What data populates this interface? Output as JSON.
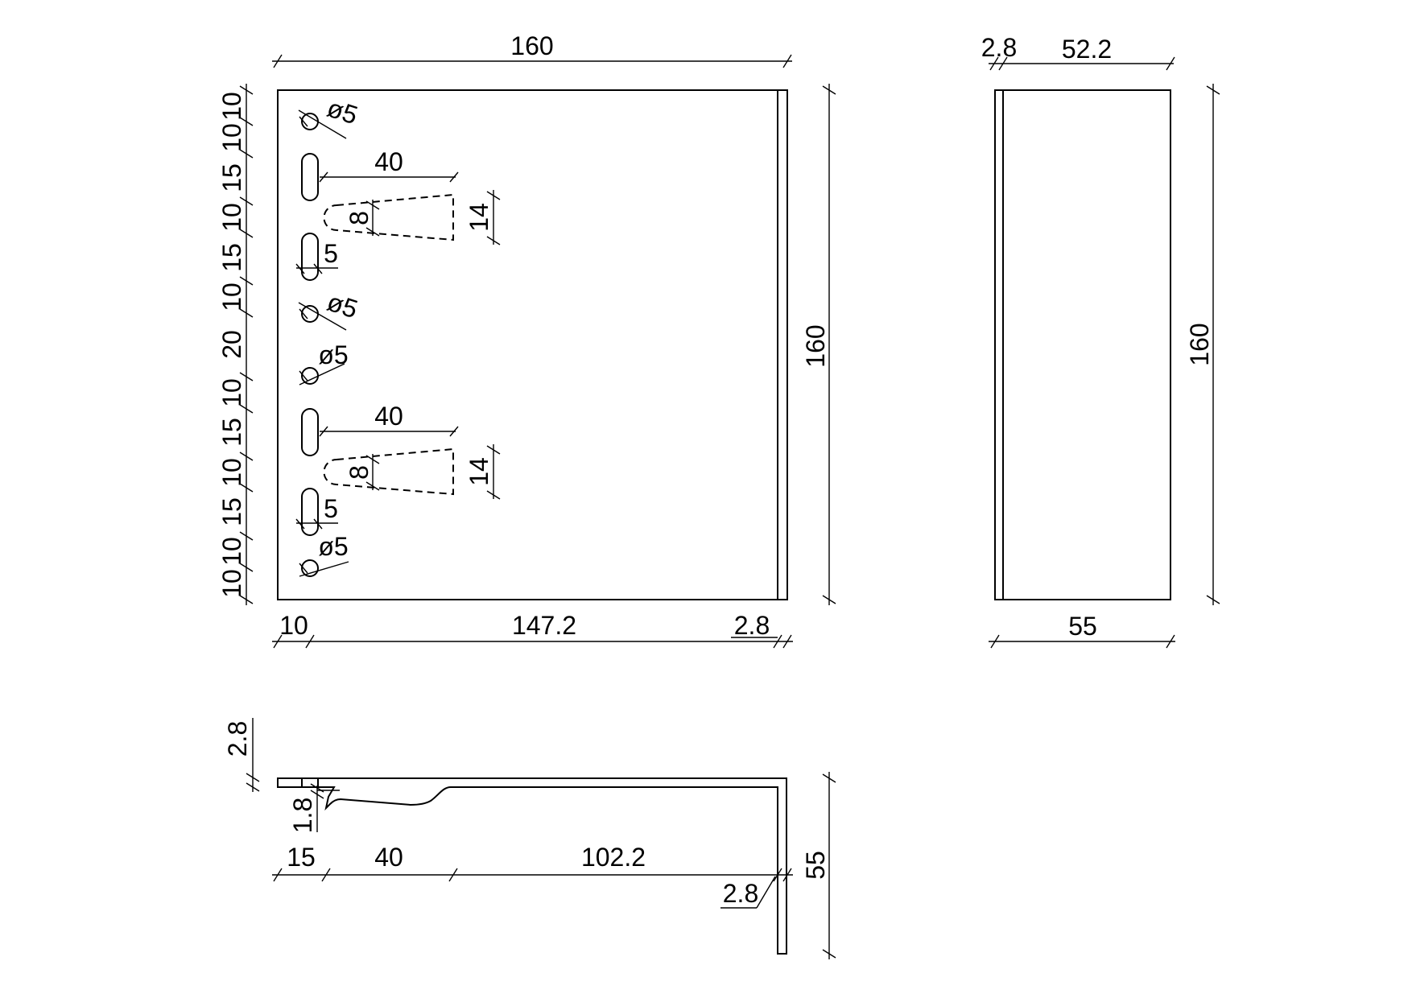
{
  "front_view": {
    "width_top": "160",
    "height_right": "160",
    "bottom_left": "10",
    "bottom_mid": "147.2",
    "bottom_right": "2.8",
    "left_chain": [
      "10",
      "10",
      "15",
      "10",
      "15",
      "10",
      "20",
      "10",
      "15",
      "10",
      "15",
      "10",
      "10"
    ],
    "hole_labels": [
      "ø5",
      "ø5",
      "ø5",
      "ø5"
    ],
    "slot_width_labels": [
      "5",
      "5"
    ],
    "hook_length_labels": [
      "40",
      "40"
    ],
    "hook_inner_labels": [
      "8",
      "8"
    ],
    "hook_outer_labels": [
      "14",
      "14"
    ]
  },
  "side_view": {
    "top_left": "2.8",
    "top_right": "52.2",
    "height": "160",
    "bottom": "55"
  },
  "section_view": {
    "thickness_top": "2.8",
    "hook_drop": "1.8",
    "bottom_a": "15",
    "bottom_b": "40",
    "bottom_c": "102.2",
    "bottom_d": "2.8",
    "height": "55"
  }
}
